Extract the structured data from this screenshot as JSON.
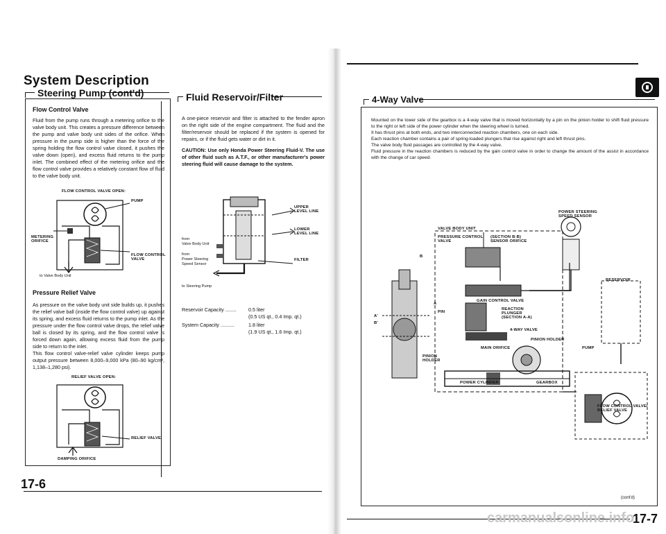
{
  "left_page": {
    "title": "System Description",
    "subtitle": "Steering Pump (cont'd)",
    "page_number": "17-6",
    "flow_control": {
      "heading": "Flow Control Valve",
      "text": "Fluid from the pump runs through a metering orifice to the valve body unit. This creates a pressure difference between the pump and valve body unit sides of the orifice. When pressure in the pump side is higher than the force of the spring holding the flow control valve closed, it pushes the valve down (open), and excess fluid returns to the pump inlet. The combined effect of the metering orifice and the flow control valve provides a relatively constant flow of fluid to the valve body unit.",
      "diagram_caption": "FLOW CONTROL VALVE OPEN:",
      "labels": {
        "pump": "PUMP",
        "metering": "METERING\nORIFICE",
        "fcv": "FLOW CONTROL\nVALVE",
        "to_valve": "to Valve Body Unit"
      }
    },
    "pressure_relief": {
      "heading": "Pressure Relief Valve",
      "text1": "As pressure on the valve body unit side builds up, it pushes the relief valve ball (inside the flow control valve) up against its spring, and excess fluid returns to the pump inlet. As the pressure under the flow control valve drops, the relief valve ball is closed by its spring, and the flow control valve is forced down again, allowing excess fluid from the pump side to return to the inlet.",
      "text2": "This flow control valve-relief valve cylinder keeps pump output pressure between 8,000–9,000 kPa (80–90 kg/cm², 1,138–1,280 psi).",
      "diagram_caption": "RELIEF VALVE OPEN:",
      "labels": {
        "relief": "RELIEF VALVE",
        "damping": "DAMPING ORIFICE"
      }
    },
    "reservoir": {
      "heading": "Fluid Reservoir/Filter",
      "text": "A one-piece reservoir and filter is attached to the fender apron on the right side of the engine compartment. The fluid and the filter/reservoir should be replaced if the system is opened for repairs, or if the fluid gets water or dirt in it.",
      "caution": "CAUTION: Use only Honda Power Steering Fluid-V. The use of other fluid such as A.T.F., or other manufacturer's power steering fluid will cause damage to the system.",
      "labels": {
        "upper": "UPPER\nLEVEL LINE",
        "lower": "LOWER\nLEVEL LINE",
        "filter": "FILTER",
        "from_valve": "from\nValve Body Unit",
        "from_sensor": "from\nPower Steering\nSpeed Sensor",
        "to_pump": "to Steering Pump"
      },
      "capacity": [
        {
          "label": "Reservoir Capacity ........",
          "value": "0.5 liter",
          "value2": "(0.5 US qt., 0.4 Imp. qt.)"
        },
        {
          "label": "System Capacity ..........",
          "value": "1.8 liter",
          "value2": "(1.9 US qt., 1.6 Imp. qt.)"
        }
      ]
    }
  },
  "right_page": {
    "heading": "4-Way Valve",
    "page_number": "17-7",
    "text": "Mounted on the lower side of the gearbox is a 4-way valve that is moved horizontally by a pin on the pinion holder to shift fluid pressure to the right or left side of the power cylinder when the steering wheel is turned.\nIt has thrust pins at both ends, and two interconnected reaction chambers, one on each side.\nEach reaction chamber contains a pair of spring-loaded plungers that rise against right and left thrust pins.\nThe valve body fluid passages are controlled by the 4-way valve.\nFluid pressure in the reaction chambers is reduced by the gain control valve in order to change the amount of the assist in accordance with the change of car speed.",
    "contd": "(cont'd)",
    "labels": {
      "speed_sensor": "POWER STEERING\nSPEED SENSOR",
      "valve_body": "VALVE BODY UNIT",
      "pcv": "PRESSURE CONTROL\nVALVE",
      "section_bb": "(SECTION B-B)\nSENSOR ORIFICE",
      "reservoir": "RESERVOIR",
      "gain": "GAIN CONTROL VALVE",
      "reaction": "REACTION\nPLUNGER\n(SECTION A-A)",
      "four_way": "4-WAY VALVE",
      "pinion_holder": "PINION HOLDER",
      "main_orifice": "MAIN ORIFICE",
      "pump": "PUMP",
      "power_cyl": "POWER CYLINDER",
      "gearbox": "GEARBOX",
      "pin": "PIN",
      "pinion_holder2": "PINION\nHOLDER",
      "fcv": "FLOW CONTROL VALVE/\nRELIEF VALVE",
      "a": "A",
      "a_prime": "A'",
      "b": "B",
      "b_prime": "B'"
    }
  },
  "watermark": "carmanualsonline.info"
}
